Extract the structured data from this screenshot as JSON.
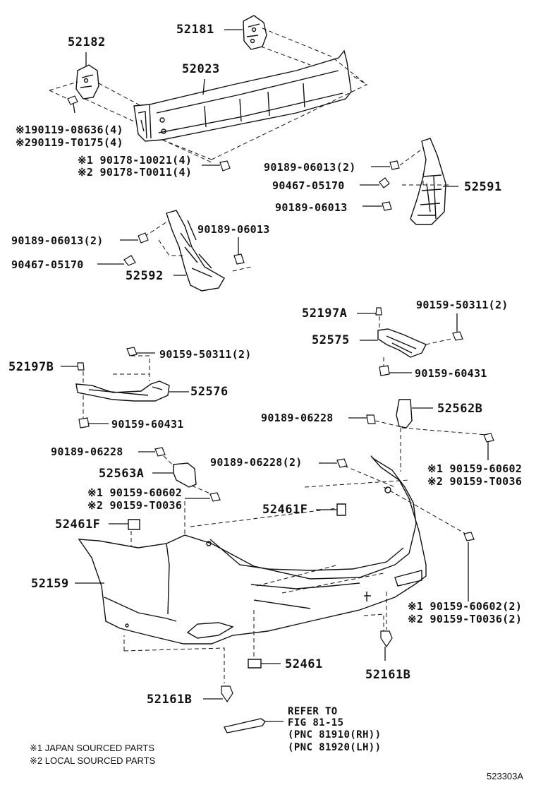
{
  "labels": {
    "p52181": "52181",
    "p52182": "52182",
    "p52023": "52023",
    "bolt_a1": "※190119-08636(4)",
    "bolt_a2": "※290119-T0175(4)",
    "nut_b1": "※1 90178-10021(4)",
    "nut_b2": "※2 90178-T0011(4)",
    "r_clip1": "90189-06013(2)",
    "r_rivet": "90467-05170",
    "r_clip2": "90189-06013",
    "p52591": "52591",
    "l_clip1": "90189-06013(2)",
    "l_clip2": "90189-06013",
    "l_rivet": "90467-05170",
    "p52592": "52592",
    "p52197A": "52197A",
    "screw_r": "90159-50311(2)",
    "p52575": "52575",
    "screw_r2": "90159-60431",
    "p52197B": "52197B",
    "screw_l": "90159-50311(2)",
    "p52576": "52576",
    "screw_l2": "90159-60431",
    "clip_r": "90189-06228",
    "p52562B": "52562B",
    "clip_l": "90189-06228",
    "clip_m": "90189-06228(2)",
    "p52563A": "52563A",
    "sc_l1": "※1 90159-60602",
    "sc_l2": "※2 90159-T0036",
    "sc_r1": "※1 90159-60602",
    "sc_r2": "※2 90159-T0036",
    "p52461F_r": "52461F",
    "p52461F_l": "52461F",
    "p52159": "52159",
    "sc_b1": "※1 90159-60602(2)",
    "sc_b2": "※2 90159-T0036(2)",
    "p52461": "52461",
    "p52161B_r": "52161B",
    "p52161B_l": "52161B",
    "ref1": "REFER TO",
    "ref2": "FIG 81-15",
    "ref3": "(PNC 81910(RH))",
    "ref4": "(PNC 81920(LH))",
    "note1": "※1 JAPAN SOURCED PARTS",
    "note2": "※2 LOCAL SOURCED PARTS",
    "figure_id": "523303A"
  }
}
